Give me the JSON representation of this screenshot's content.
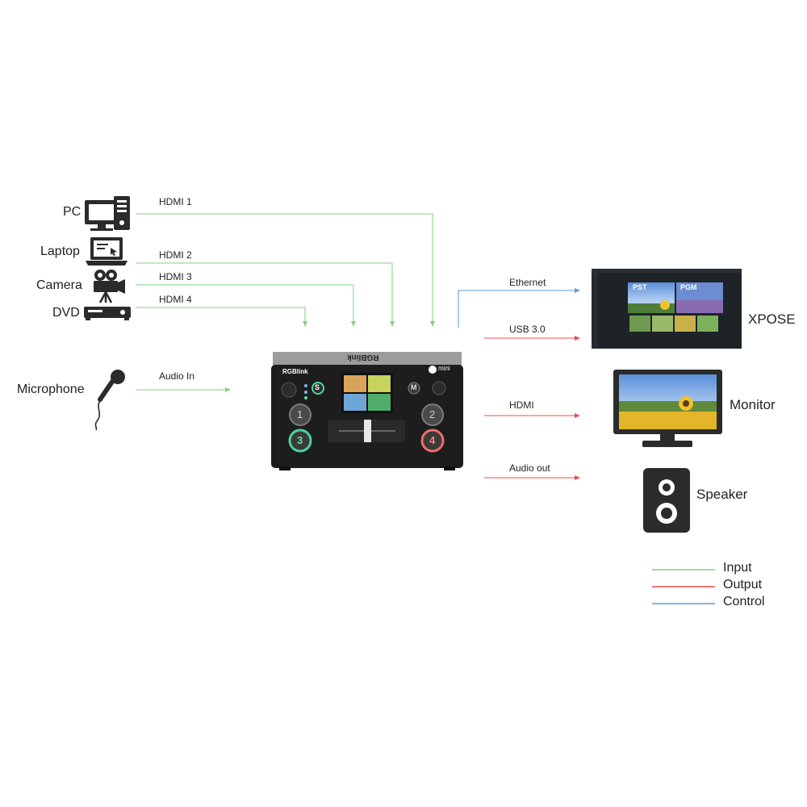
{
  "sources": {
    "pc": "PC",
    "laptop": "Laptop",
    "camera": "Camera",
    "dvd": "DVD",
    "microphone": "Microphone"
  },
  "wires": {
    "hdmi1": "HDMI 1",
    "hdmi2": "HDMI 2",
    "hdmi3": "HDMI 3",
    "hdmi4": "HDMI 4",
    "audio_in": "Audio In",
    "ethernet": "Ethernet",
    "usb": "USB 3.0",
    "hdmi_out": "HDMI",
    "audio_out": "Audio out"
  },
  "device": {
    "brand": "RGBlink",
    "brand_top": "RGBlink",
    "model": "mini",
    "buttons": [
      "1",
      "2",
      "3",
      "4"
    ],
    "s_button": "S",
    "m_button": "M"
  },
  "outputs": {
    "xpose": "XPOSE",
    "monitor": "Monitor",
    "speaker": "Speaker"
  },
  "xpose_screen": {
    "pst": "PST",
    "pgm": "PGM"
  },
  "legend": [
    {
      "label": "Input",
      "color": "#7ed37e"
    },
    {
      "label": "Output",
      "color": "#f04a4a"
    },
    {
      "label": "Control",
      "color": "#5b9bd5"
    }
  ],
  "colors": {
    "input": "#7ed37e",
    "output": "#f04a4a",
    "control": "#5b9bd5"
  }
}
